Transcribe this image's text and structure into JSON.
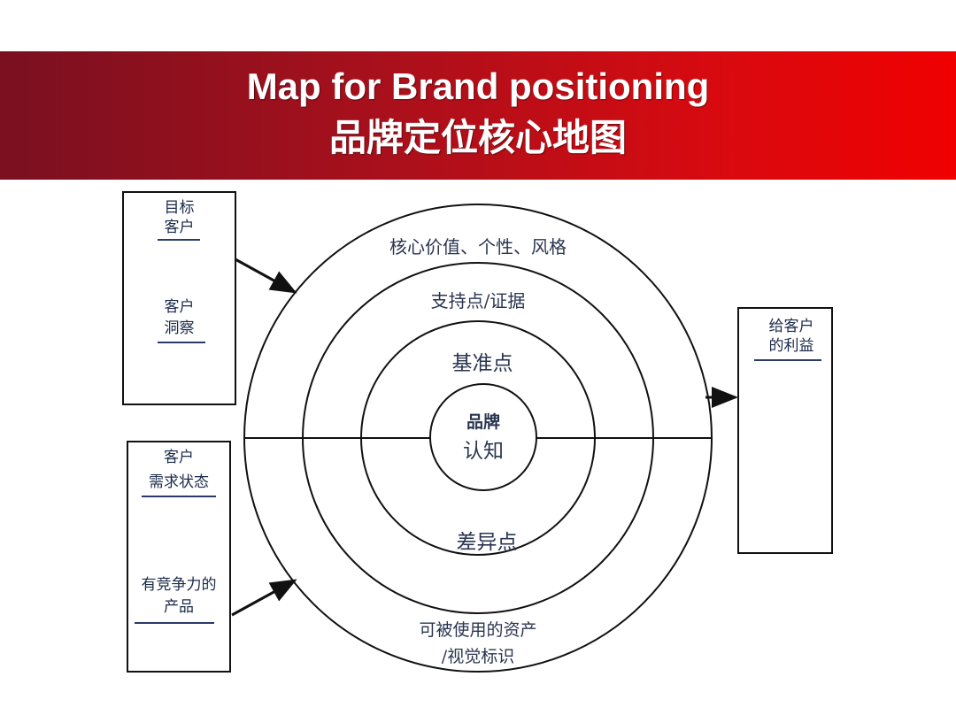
{
  "title": {
    "english": "Map for Brand positioning",
    "chinese": "品牌定位核心地图"
  },
  "left_top_box": {
    "label1_line1": "目标",
    "label1_line2": "客户",
    "label2_line1": "客户",
    "label2_line2": "洞察"
  },
  "left_bottom_box": {
    "label1_line1": "客户",
    "label1_line2": "需求状态",
    "label2_line1": "有竞争力的",
    "label2_line2": "产品"
  },
  "right_box": {
    "label_line1": "给客户",
    "label_line2": "的利益"
  },
  "rings": {
    "outer_top": "核心价值、个性、风格",
    "second_top": "支持点/证据",
    "third_top": "基准点",
    "third_bottom": "差异点",
    "outer_bottom_line1": "可被使用的资产",
    "outer_bottom_line2": "/视觉标识",
    "core_line1": "品牌",
    "core_line2": "认知"
  },
  "colors": {
    "banner_start": "#7a1020",
    "banner_end": "#f00000",
    "text": "#2a3550"
  }
}
